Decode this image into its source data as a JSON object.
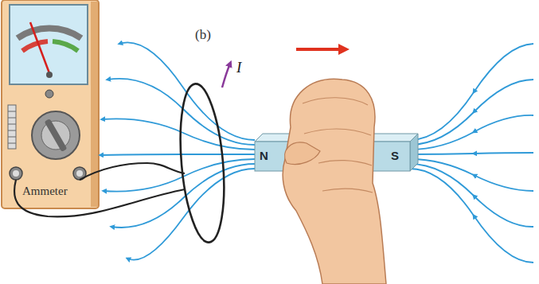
{
  "diagram": {
    "labels": [
      "(b)",
      "I",
      "Ammeter",
      "N",
      "S"
    ]
  }
}
